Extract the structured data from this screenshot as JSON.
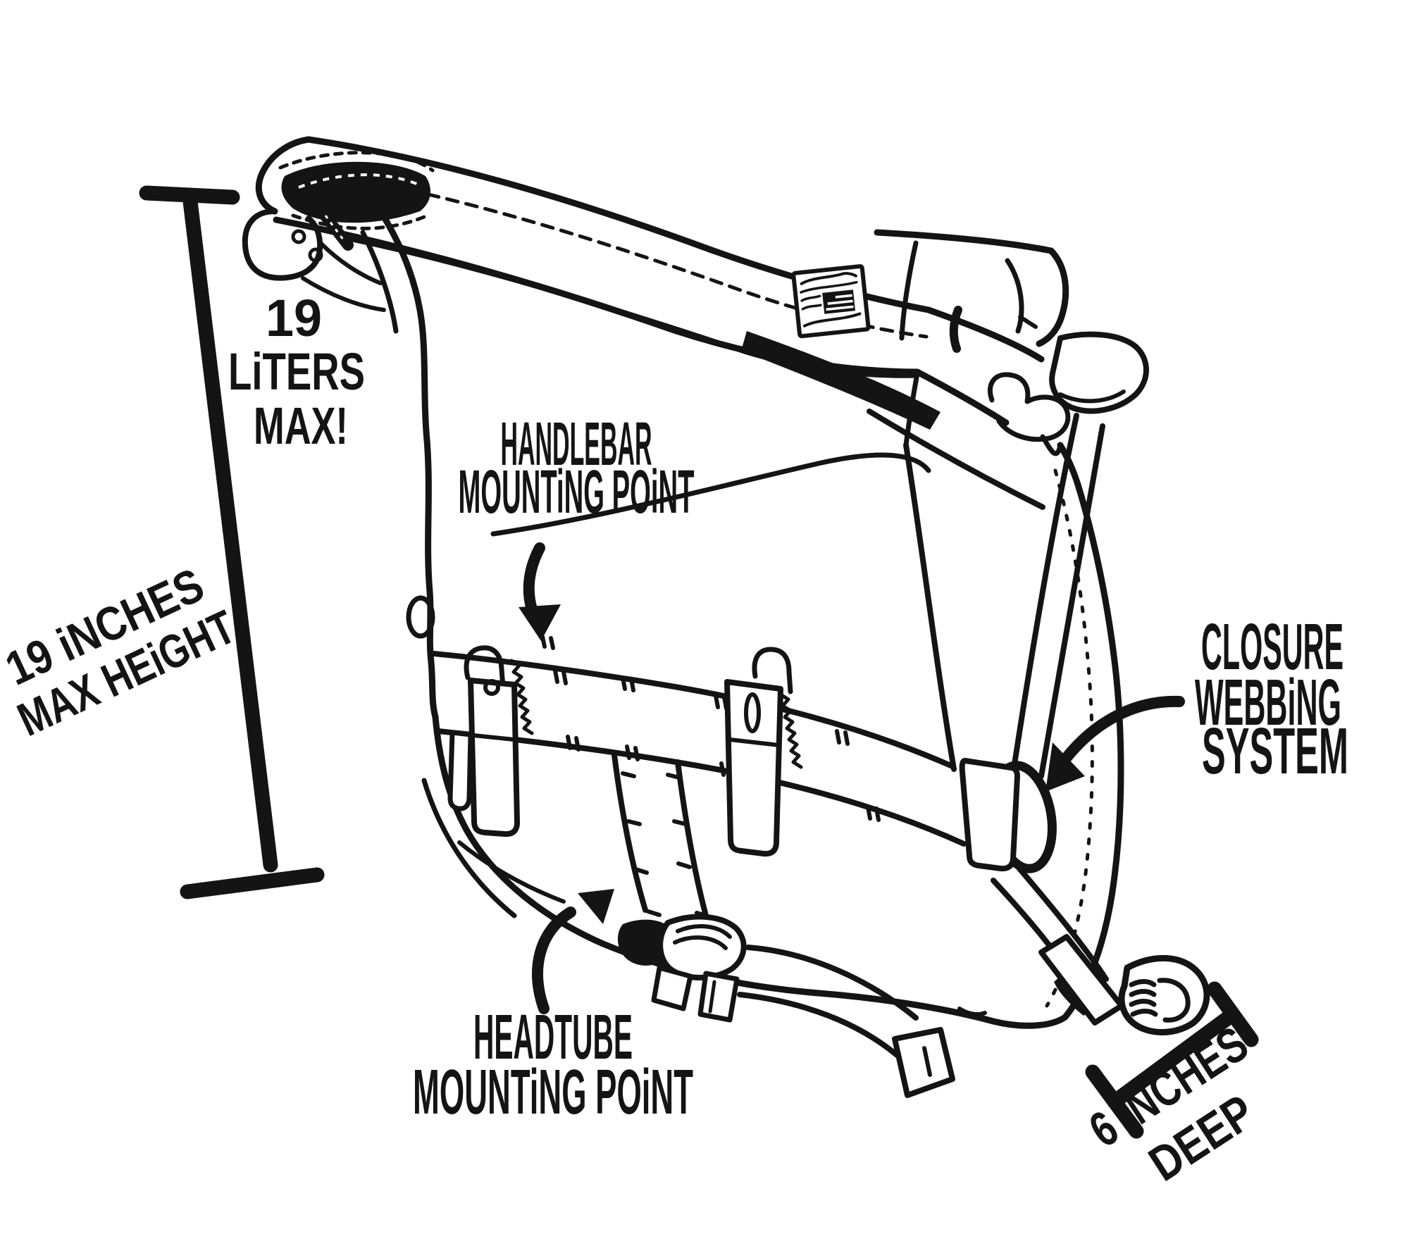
{
  "page": {
    "background": "#ffffff",
    "ink_color": "#141414"
  },
  "illustration": {
    "subject": "hand-drawn bicycle messenger bag line drawing"
  },
  "labels": {
    "capacity": {
      "lines": [
        "19",
        "LiTERS",
        "MAX!"
      ]
    },
    "max_height": {
      "lines": [
        "19 iNCHES",
        "MAX HEiGHT"
      ]
    },
    "handlebar": {
      "lines": [
        "HANDLEBAR",
        "MOUNTiNG POiNT"
      ]
    },
    "closure": {
      "lines": [
        "CLOSURE",
        "WEBBiNG",
        "SYSTEM"
      ]
    },
    "headtube": {
      "lines": [
        "HEADTUBE",
        "MOUNTiNG POiNT"
      ]
    },
    "depth": {
      "lines": [
        "6 iNCHES",
        "DEEP"
      ]
    }
  },
  "measurements": {
    "capacity_liters_max": 19,
    "max_height_inches": 19,
    "depth_inches": 6
  }
}
